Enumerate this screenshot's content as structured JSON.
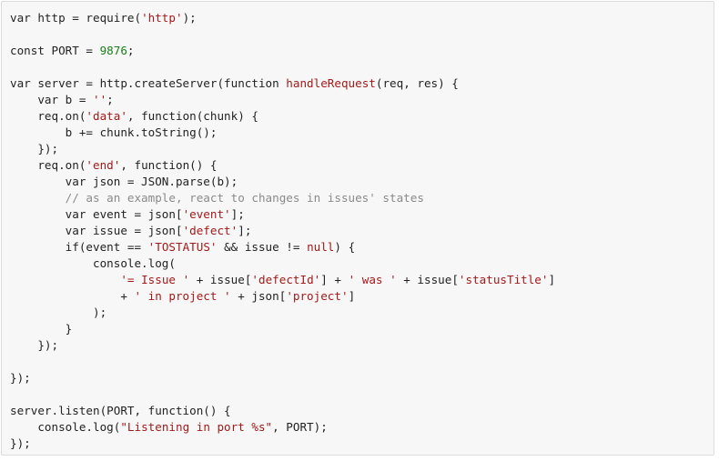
{
  "code": {
    "language": "javascript",
    "colors": {
      "background": "#f7f7f7",
      "text": "#222222",
      "number": "#1a7f1a",
      "string": "#a31a1a",
      "comment": "#8a8a8a"
    },
    "lines": [
      [
        {
          "t": "var http = require("
        },
        {
          "t": "'http'",
          "c": "str"
        },
        {
          "t": ");"
        }
      ],
      [],
      [
        {
          "t": "const PORT = "
        },
        {
          "t": "9876",
          "c": "num"
        },
        {
          "t": ";"
        }
      ],
      [],
      [
        {
          "t": "var server = http.createServer(function "
        },
        {
          "t": "handleRequest",
          "c": "fn"
        },
        {
          "t": "(req, res) {"
        }
      ],
      [
        {
          "t": "    var b = "
        },
        {
          "t": "''",
          "c": "str"
        },
        {
          "t": ";"
        }
      ],
      [
        {
          "t": "    req.on("
        },
        {
          "t": "'data'",
          "c": "str"
        },
        {
          "t": ", function(chunk) {"
        }
      ],
      [
        {
          "t": "        b += chunk.toString();"
        }
      ],
      [
        {
          "t": "    });"
        }
      ],
      [
        {
          "t": "    req.on("
        },
        {
          "t": "'end'",
          "c": "str"
        },
        {
          "t": ", function() {"
        }
      ],
      [
        {
          "t": "        var json = JSON.parse(b);"
        }
      ],
      [
        {
          "t": "        // as an example, react to changes in issues' states",
          "c": "com"
        }
      ],
      [
        {
          "t": "        var event = json["
        },
        {
          "t": "'event'",
          "c": "str"
        },
        {
          "t": "];"
        }
      ],
      [
        {
          "t": "        var issue = json["
        },
        {
          "t": "'defect'",
          "c": "str"
        },
        {
          "t": "];"
        }
      ],
      [
        {
          "t": "        if(event == "
        },
        {
          "t": "'TOSTATUS'",
          "c": "str"
        },
        {
          "t": " && issue != "
        },
        {
          "t": "null",
          "c": "kw"
        },
        {
          "t": ") {"
        }
      ],
      [
        {
          "t": "            console.log("
        }
      ],
      [
        {
          "t": "                "
        },
        {
          "t": "'= Issue '",
          "c": "str"
        },
        {
          "t": " + issue["
        },
        {
          "t": "'defectId'",
          "c": "str"
        },
        {
          "t": "] + "
        },
        {
          "t": "' was '",
          "c": "str"
        },
        {
          "t": " + issue["
        },
        {
          "t": "'statusTitle'",
          "c": "str"
        },
        {
          "t": "]"
        }
      ],
      [
        {
          "t": "                + "
        },
        {
          "t": "' in project '",
          "c": "str"
        },
        {
          "t": " + json["
        },
        {
          "t": "'project'",
          "c": "str"
        },
        {
          "t": "]"
        }
      ],
      [
        {
          "t": "            );"
        }
      ],
      [
        {
          "t": "        }"
        }
      ],
      [
        {
          "t": "    });"
        }
      ],
      [],
      [
        {
          "t": "});"
        }
      ],
      [],
      [
        {
          "t": "server.listen(PORT, function() {"
        }
      ],
      [
        {
          "t": "    console.log("
        },
        {
          "t": "\"Listening in port %s\"",
          "c": "str"
        },
        {
          "t": ", PORT);"
        }
      ],
      [
        {
          "t": "});"
        }
      ]
    ]
  }
}
